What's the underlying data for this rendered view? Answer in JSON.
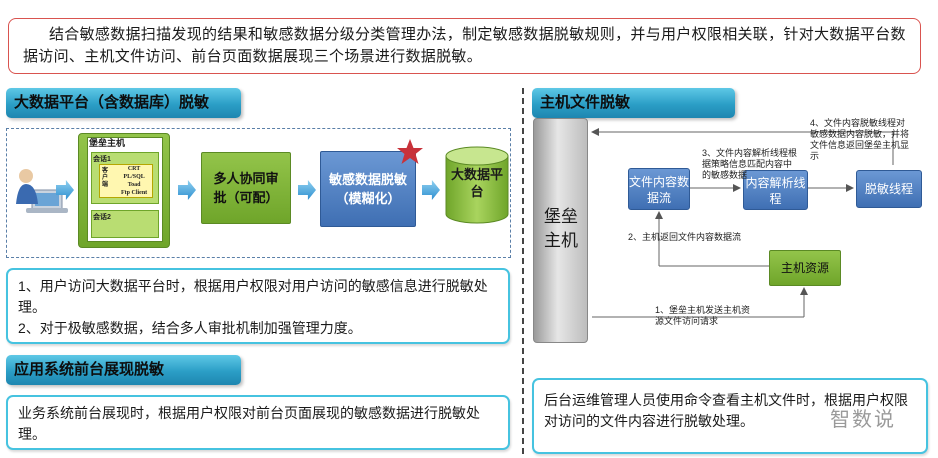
{
  "intro_text": "结合敏感数据扫描发现的结果和敏感数据分级分类管理办法，制定敏感数据脱敏规则，并与用户权限相关联，针对大数据平台数据访问、主机文件访问、前台页面数据展现三个场景进行数据脱敏。",
  "sections": {
    "bigdata_title": "大数据平台（含数据库）脱敏",
    "app_title": "应用系统前台展现脱敏",
    "host_title": "主机文件脱敏"
  },
  "flow": {
    "fortress_label": "堡垒主机",
    "session1": "会话1",
    "session2": "会话2",
    "tools": [
      "CRT",
      "PL/SQL",
      "Toad",
      "Ftp Client"
    ],
    "client_label": "客户端",
    "approval_label": "多人协同审批（可配）",
    "desensitize_label": "敏感数据脱敏（模糊化）",
    "platform_label": "大数据平台"
  },
  "notes": {
    "bigdata_note": [
      "1、用户访问大数据平台时，根据用户权限对用户访问的敏感信息进行脱敏处理。",
      "2、对于极敏感数据，结合多人审批机制加强管理力度。"
    ],
    "app_note": "业务系统前台展现时，根据用户权限对前台页面展现的敏感数据进行脱敏处理。",
    "host_note": "后台运维管理人员使用命令查看主机文件时，根据用户权限对访问的文件内容进行脱敏处理。"
  },
  "host": {
    "fortress": "堡垒主机",
    "file_stream": "文件内容数据流",
    "parse_thread": "内容解析线程",
    "desens_thread": "脱敏线程",
    "host_resource": "主机资源",
    "step1": "1、堡垒主机发送主机资源文件访问请求",
    "step2": "2、主机返回文件内容数据流",
    "step3": "3、文件内容解析线程根据策略信息匹配内容中的敏感数据",
    "step4": "4、文件内容脱敏线程对敏感数据内容脱敏，并将文件信息返回堡垒主机显示"
  },
  "watermark": "智数说"
}
